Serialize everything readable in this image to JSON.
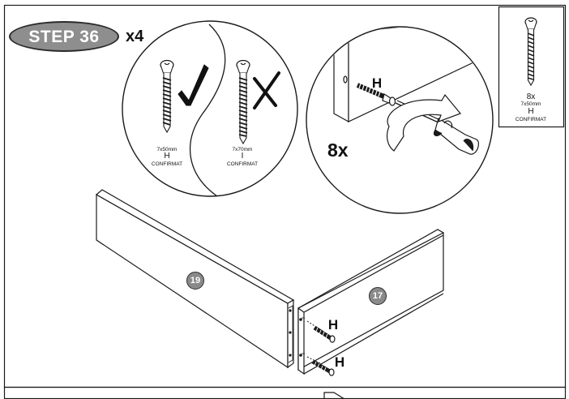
{
  "step": {
    "label": "STEP 36",
    "multiplier": "x4"
  },
  "compare": {
    "correct": {
      "size": "7x50mm",
      "letter": "H",
      "type": "CONFIRMAT",
      "icon": "check-mark-icon"
    },
    "wrong": {
      "size": "7x70mm",
      "letter": "I",
      "type": "CONFIRMAT",
      "icon": "cross-mark-icon"
    }
  },
  "detail": {
    "letter": "H",
    "quantity": "8x"
  },
  "parts_box": {
    "quantity": "8x",
    "size": "7x50mm",
    "letter": "H",
    "type": "CONFIRMAT"
  },
  "panels": {
    "left": "19",
    "right": "17"
  },
  "assembly": {
    "upper_letter": "H",
    "lower_letter": "H"
  },
  "colors": {
    "line": "#1a1a1a",
    "badge_fill": "#8e8e8e",
    "panel_badge_fill": "#8a8a8a"
  }
}
